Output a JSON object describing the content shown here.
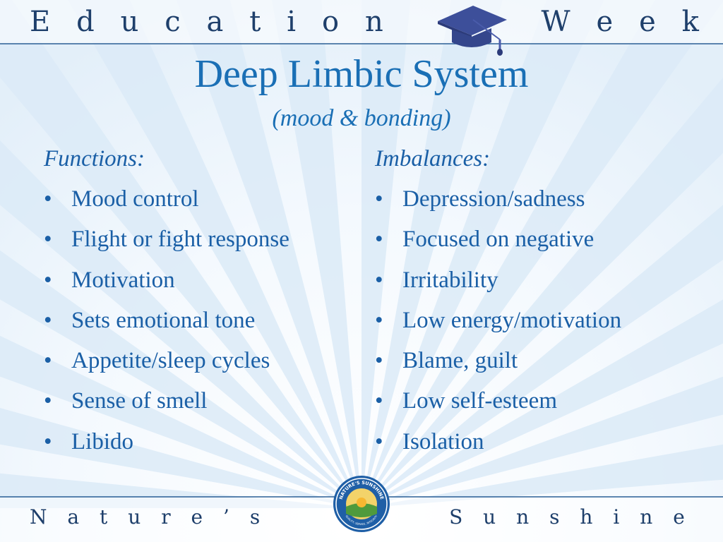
{
  "header": {
    "banner_left": [
      "E",
      "d",
      "u",
      "c",
      "a",
      "t",
      "i",
      "o",
      "n"
    ],
    "banner_right": [
      "W",
      "e",
      "e",
      "k"
    ]
  },
  "slide": {
    "title": "Deep Limbic System",
    "subtitle": "(mood & bonding)",
    "functions": {
      "heading": "Functions:",
      "items": [
        "Mood control",
        "Flight or fight response",
        "Motivation",
        "Sets emotional tone",
        "Appetite/sleep cycles",
        "Sense of smell",
        "Libido"
      ]
    },
    "imbalances": {
      "heading": "Imbalances:",
      "items": [
        "Depression/sadness",
        "Focused on negative",
        "Irritability",
        "Low energy/motivation",
        "Blame, guilt",
        "Low self-esteem",
        "Isolation"
      ]
    }
  },
  "footer": {
    "banner_left": [
      "N",
      "a",
      "t",
      "u",
      "r",
      "e",
      "’",
      "s"
    ],
    "banner_right": [
      "S",
      "u",
      "n",
      "s",
      "h",
      "i",
      "n",
      "e"
    ],
    "logo_top_text": "NATURE'S SUNSHINE",
    "logo_bottom_text": "QUALITY, SERVICE, INTEGRITY"
  },
  "colors": {
    "title": "#1a6fb5",
    "banner": "#1e3f6b",
    "background_ray": "#dcebf8",
    "cap": "#3d4f9a"
  },
  "icons": [
    "graduation-cap-icon",
    "natures-sunshine-logo"
  ]
}
